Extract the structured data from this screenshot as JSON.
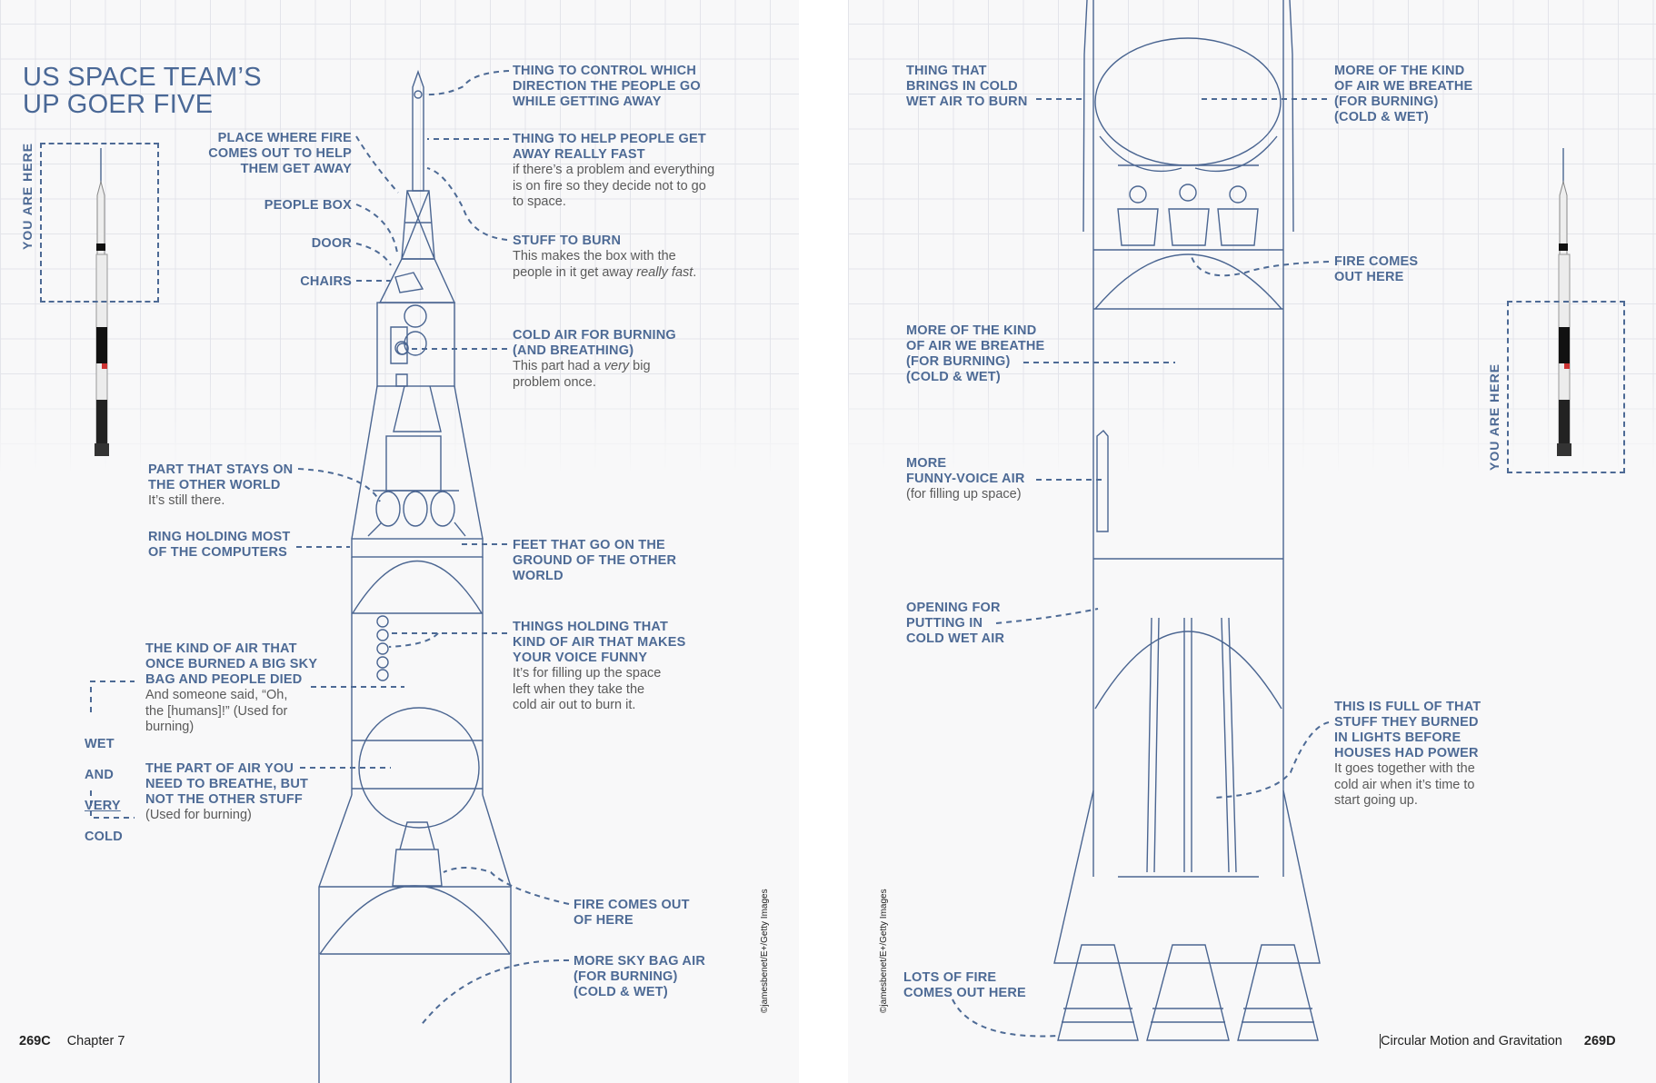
{
  "left_page": {
    "title": "US SPACE TEAM’S\nUP GOER FIVE",
    "you_are_here": "YOU ARE HERE",
    "labels": {
      "fire_escape": "PLACE WHERE FIRE\nCOMES OUT TO HELP\nTHEM GET AWAY",
      "people_box": "PEOPLE BOX",
      "door": "DOOR",
      "chairs": "CHAIRS",
      "control": "THING TO CONTROL WHICH\nDIRECTION THE PEOPLE GO\nWHILE GETTING AWAY",
      "escape_heading": "THING TO HELP PEOPLE GET\nAWAY REALLY FAST",
      "escape_body": "if there’s a problem and everything\nis on fire so they decide not to go\nto space.",
      "stuff_heading": "STUFF TO BURN",
      "stuff_body": "This makes the box with the\npeople in it get away ",
      "stuff_body_em": "really fast",
      "stuff_body_end": ".",
      "cold_air_heading": "COLD AIR FOR BURNING\n(AND BREATHING)",
      "cold_air_body_1": "This part had a ",
      "cold_air_body_em": "very",
      "cold_air_body_2": " big\nproblem once.",
      "stays_heading": "PART THAT STAYS ON\nTHE OTHER WORLD",
      "stays_body": "It’s still there.",
      "ring": "RING HOLDING MOST\nOF THE COMPUTERS",
      "feet": "FEET THAT GO ON THE\nGROUND OF THE OTHER\nWORLD",
      "things_heading": "THINGS HOLDING THAT\nKIND OF AIR THAT MAKES\nYOUR VOICE FUNNY",
      "things_body": "It’s for filling up the space\nleft when they take the\ncold air out to burn it.",
      "kind_heading": "THE KIND OF AIR THAT\nONCE BURNED A BIG SKY\nBAG AND PEOPLE DIED",
      "kind_body": "And someone said, “Oh,\nthe [humans]!” (Used for\nburning)",
      "wet_1": "WET",
      "wet_2": "AND",
      "wet_3": "VERY",
      "wet_4": "COLD",
      "part_heading": "THE PART OF AIR YOU\nNEED TO BREATHE, BUT\nNOT THE OTHER STUFF",
      "part_body": "(Used for burning)",
      "fire_out": "FIRE COMES OUT\nOF HERE",
      "sky_bag": "MORE SKY BAG AIR\n(FOR BURNING)\n(COLD & WET)"
    },
    "credit": "©jamesbenet/E+/Getty Images",
    "footer": {
      "page": "269C",
      "chapter": "Chapter 7"
    }
  },
  "right_page": {
    "you_are_here": "YOU ARE HERE",
    "labels": {
      "brings": "THING THAT\nBRINGS IN COLD\nWET AIR TO BURN",
      "more_kind_top": "MORE OF THE KIND\nOF AIR WE BREATHE\n(FOR BURNING)\n(COLD & WET)",
      "fire_comes": "FIRE COMES\nOUT HERE",
      "more_kind_mid": "MORE OF THE KIND\nOF AIR WE BREATHE\n(FOR BURNING)\n(COLD & WET)",
      "funny_heading": "MORE\nFUNNY-VOICE AIR",
      "funny_body": "(for filling up space)",
      "opening": "OPENING FOR\nPUTTING IN\nCOLD WET AIR",
      "full_heading": "THIS IS FULL OF THAT\nSTUFF THEY BURNED\nIN LIGHTS BEFORE\nHOUSES HAD POWER",
      "full_body": "It goes together with the\ncold air when it’s time to\nstart going up.",
      "lots_fire": "LOTS OF FIRE\nCOMES OUT HERE"
    },
    "credit": "©jamesbenet/E+/Getty Images",
    "footer": {
      "section": "Circular Motion and Gravitation",
      "page": "269D"
    }
  },
  "colors": {
    "accent": "#4d6a95",
    "body_text": "#5a5a5a",
    "page_bg": "#f8f8f9"
  }
}
